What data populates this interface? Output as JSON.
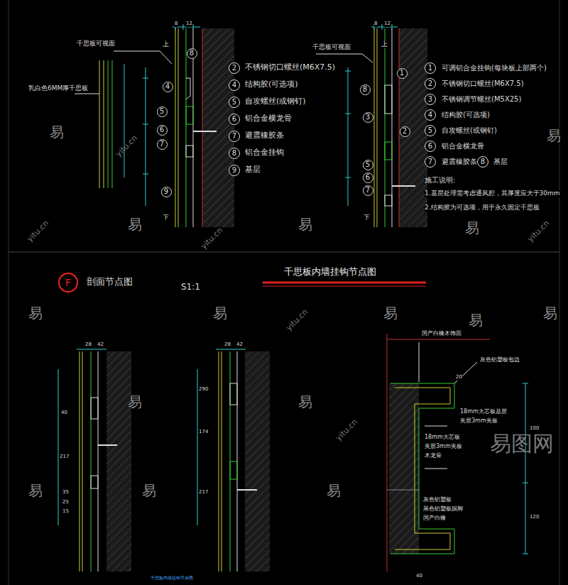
{
  "diagram": {
    "title": "千思板内墙挂钩节点图",
    "nodes": [
      {
        "text": [
          "8"
        ]
      },
      {
        "text": [
          "4"
        ]
      },
      {
        "text": [
          "5"
        ]
      },
      {
        "text": [
          "6"
        ]
      },
      {
        "text": [
          "7"
        ]
      },
      {
        "text": [
          "9"
        ]
      },
      {
        "text": [
          "2"
        ]
      },
      {
        "text": [
          "4"
        ]
      },
      {
        "text": [
          "5"
        ]
      },
      {
        "text": [
          "6"
        ]
      },
      {
        "text": [
          "7"
        ]
      },
      {
        "text": [
          "8"
        ]
      },
      {
        "text": [
          "9"
        ]
      },
      {
        "text": [
          "1"
        ]
      },
      {
        "text": [
          "8"
        ]
      },
      {
        "text": [
          "3"
        ]
      },
      {
        "text": [
          "2"
        ]
      },
      {
        "text": [
          "5"
        ]
      },
      {
        "text": [
          "6"
        ]
      },
      {
        "text": [
          "7"
        ]
      },
      {
        "text": [
          "1"
        ]
      },
      {
        "text": [
          "2"
        ]
      },
      {
        "text": [
          "3"
        ]
      },
      {
        "text": [
          "4"
        ]
      },
      {
        "text": [
          "5"
        ]
      },
      {
        "text": [
          "6"
        ]
      },
      {
        "text": [
          "7"
        ]
      },
      {
        "text": [
          "8"
        ]
      },
      {
        "text": [
          "F"
        ]
      }
    ],
    "labels": [
      "千思板可视面",
      "乳白色6MM厚千思板",
      "上",
      "下",
      "8",
      "12",
      "不锈钢切口螺丝(M6X7.5)",
      "结构胶(可选项)",
      "自攻螺丝(或钢钉)",
      "铝合金横龙骨",
      "避震橡胶条",
      "铝合金挂钩",
      "基层",
      "千思板可视面",
      "上",
      "下",
      "8",
      "12",
      "可调铝合金挂钩(每块板上部两个)",
      "不锈钢切口螺丝(M6X7.5)",
      "不锈钢调节螺丝(M5X25)",
      "结构胶(可选项)",
      "自攻螺丝(或钢钉)",
      "铝合金横龙骨",
      "避震橡胶条",
      "基层",
      "施工说明:",
      "1.基层处理需考虑通风腔，其厚度应大于30mm",
      "2.结构胶为可选项，用于永久固定千思板",
      "剖面节点图",
      "S1:1",
      "28",
      "42",
      "40",
      "217",
      "35",
      "25",
      "15",
      "28",
      "42",
      "290",
      "174",
      "217",
      "国产白橡木饰面",
      "灰色铝塑板包边",
      "18mm大芯板基层",
      "夹层3mm夹板",
      "18mm大芯板",
      "夹层3mm夹板",
      "木龙骨",
      "灰色铝塑板",
      "黑色铝塑板踢脚",
      "国产白橡",
      "20",
      "100",
      "120",
      "40",
      "千思板内墙挂钩节点图",
      "易",
      "易",
      "易",
      "易",
      "易",
      "易",
      "易",
      "易",
      "易",
      "易",
      "易",
      "易",
      "易",
      "易",
      "易",
      "yitu.cn",
      "yitu.cn",
      "yitu.cn",
      "yitu.cn",
      "yitu.cn",
      "yitu.cn",
      "易图网"
    ]
  }
}
